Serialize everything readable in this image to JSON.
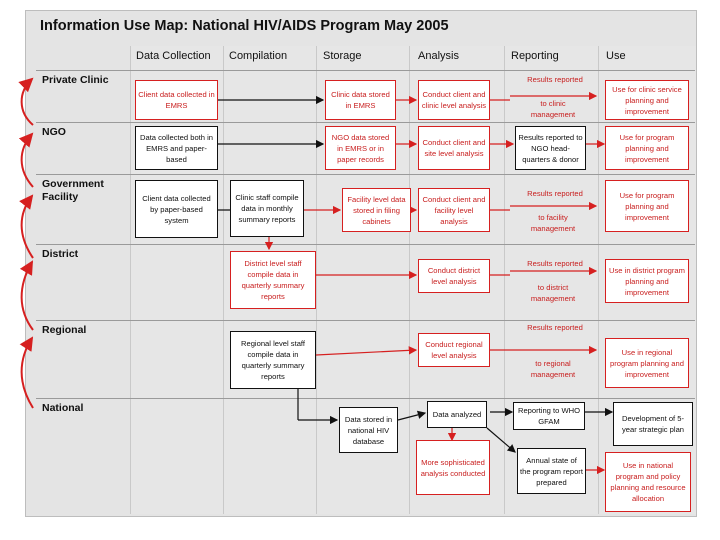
{
  "title": "Information Use Map:  National HIV/AIDS Program May 2005",
  "columns": [
    "Data Collection",
    "Compilation",
    "Storage",
    "Analysis",
    "Reporting",
    "Use"
  ],
  "rows": [
    "Private Clinic",
    "NGO",
    "Government Facility",
    "District",
    "Regional",
    "National"
  ],
  "boxes": {
    "pc_collect": "Client data collected in EMRS",
    "pc_storage": "Clinic data stored in EMRS",
    "pc_analysis": "Conduct client and clinic level analysis",
    "pc_report_top": "Results reported",
    "pc_report_bottom": "to clinic management",
    "pc_use": "Use for clinic service planning and improvement",
    "ngo_collect": "Data collected both in EMRS and paper-based",
    "ngo_storage": "NGO data stored in EMRS or in paper records",
    "ngo_analysis": "Conduct client and site level analysis",
    "ngo_report": "Results reported to NGO head-quarters & donor",
    "ngo_use": "Use for program planning and improvement",
    "gf_collect": "Client data collected by paper-based system",
    "gf_compile": "Clinic staff compile data in monthly summary reports",
    "gf_storage": "Facility level data stored in filing cabinets",
    "gf_analysis": "Conduct client and facility level analysis",
    "gf_report_top": "Results reported",
    "gf_report_bottom": "to facility management",
    "gf_use": "Use for program planning and improvement",
    "d_compile": "District level staff compile data in quarterly summary reports",
    "d_analysis": "Conduct district level analysis",
    "d_report_top": "Results reported",
    "d_report_bottom": "to district management",
    "d_use": "Use in district program planning and improvement",
    "r_compile": "Regional level staff compile data  in quarterly summary reports",
    "r_analysis": "Conduct regional level analysis",
    "r_report_top": "Results reported",
    "r_report_bottom": "to regional management",
    "r_use": "Use in regional program planning and improvement",
    "n_storage": "Data stored in national HIV database",
    "n_analysis": "Data analyzed",
    "n_analysis2": "More sophisticated analysis conducted",
    "n_report1": "Reporting to WHO GFAM",
    "n_report2": "Annual state of the program report prepared",
    "n_use1": "Development of 5-year strategic plan",
    "n_use2": "Use in national program and policy planning and resource allocation"
  }
}
